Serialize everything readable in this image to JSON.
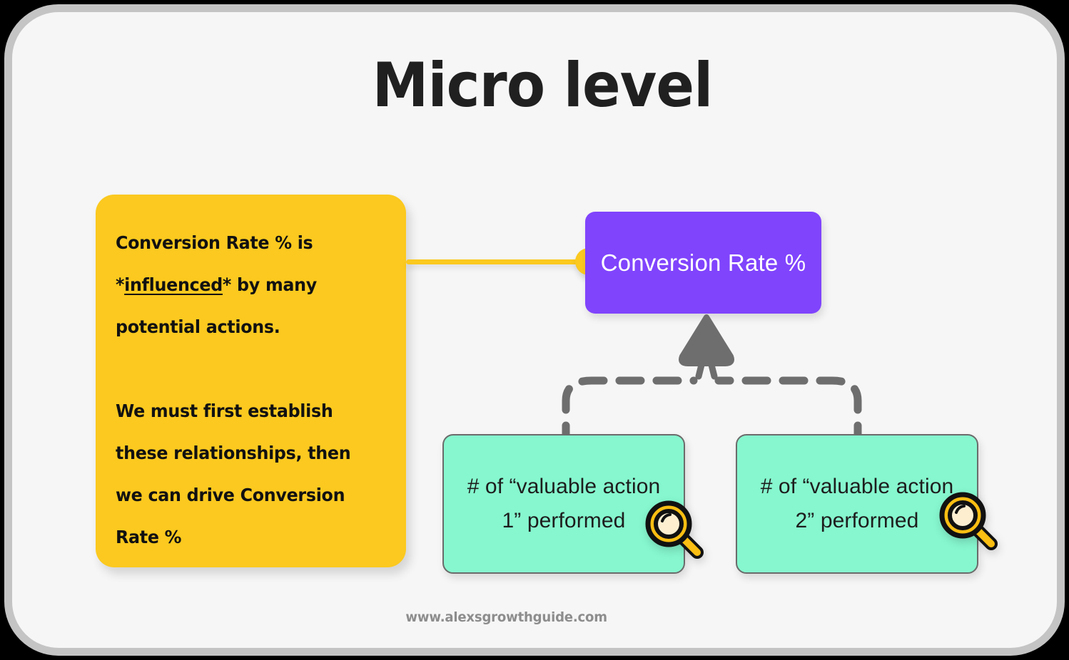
{
  "slide": {
    "title": "Micro level",
    "footer_url": "www.alexsgrowthguide.com"
  },
  "callout": {
    "paragraph_1_before": "Conversion Rate % is *",
    "paragraph_1_underlined": "influenced",
    "paragraph_1_after": "* by many potential actions.",
    "paragraph_1_full": "Conversion Rate % is *influenced* by many potential actions.",
    "paragraph_2": "We must first establish these relationships, then we can drive Conversion Rate %"
  },
  "nodes": {
    "outcome": {
      "label": "Conversion Rate %",
      "color": "#8044fc",
      "text_color": "#ffffff"
    },
    "drivers": [
      {
        "label": "# of “valuable action 1” performed",
        "color": "#86f7cf",
        "text_color": "#1d1d1d",
        "icon": "magnifier-icon"
      },
      {
        "label": "# of “valuable action 2” performed",
        "color": "#86f7cf",
        "text_color": "#1d1d1d",
        "icon": "magnifier-icon"
      }
    ]
  },
  "connectors": {
    "callout_link_color": "#fbc91f",
    "driver_arrow_color": "#6e6e6e",
    "driver_arrow_style": "dashed"
  },
  "colors": {
    "frame_border": "#c4c4c4",
    "canvas": "#f6f6f6",
    "backdrop": "#000000",
    "callout": "#fbc91f",
    "accent_purple": "#8044fc",
    "accent_green": "#86f7cf",
    "footer_text": "#8d8d8d"
  }
}
